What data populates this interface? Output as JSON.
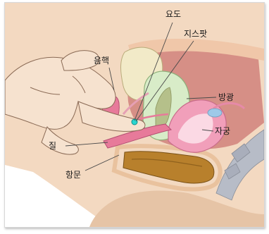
{
  "labels": {
    "urethra": "요도",
    "g_spot": "지스팟",
    "clitoris": "음핵",
    "bladder": "방광",
    "uterus": "자궁",
    "vagina": "질",
    "anus": "항문"
  },
  "colors": {
    "skin": "#f3d9c1",
    "skin_shadow": "#e6c4a6",
    "outline": "#8a6a55",
    "pubic_bone": "#f2eac8",
    "bladder": "#d8ecc8",
    "g_spot_tissue": "#b5c08a",
    "uterus": "#f19fba",
    "uterus_inner": "#fbd9e4",
    "vagina": "#e77a9a",
    "rectum": "#b8802c",
    "spine": "#b7bcc7",
    "marker": "#2ad6d0",
    "pelvic_cavity": "#d68f86"
  }
}
